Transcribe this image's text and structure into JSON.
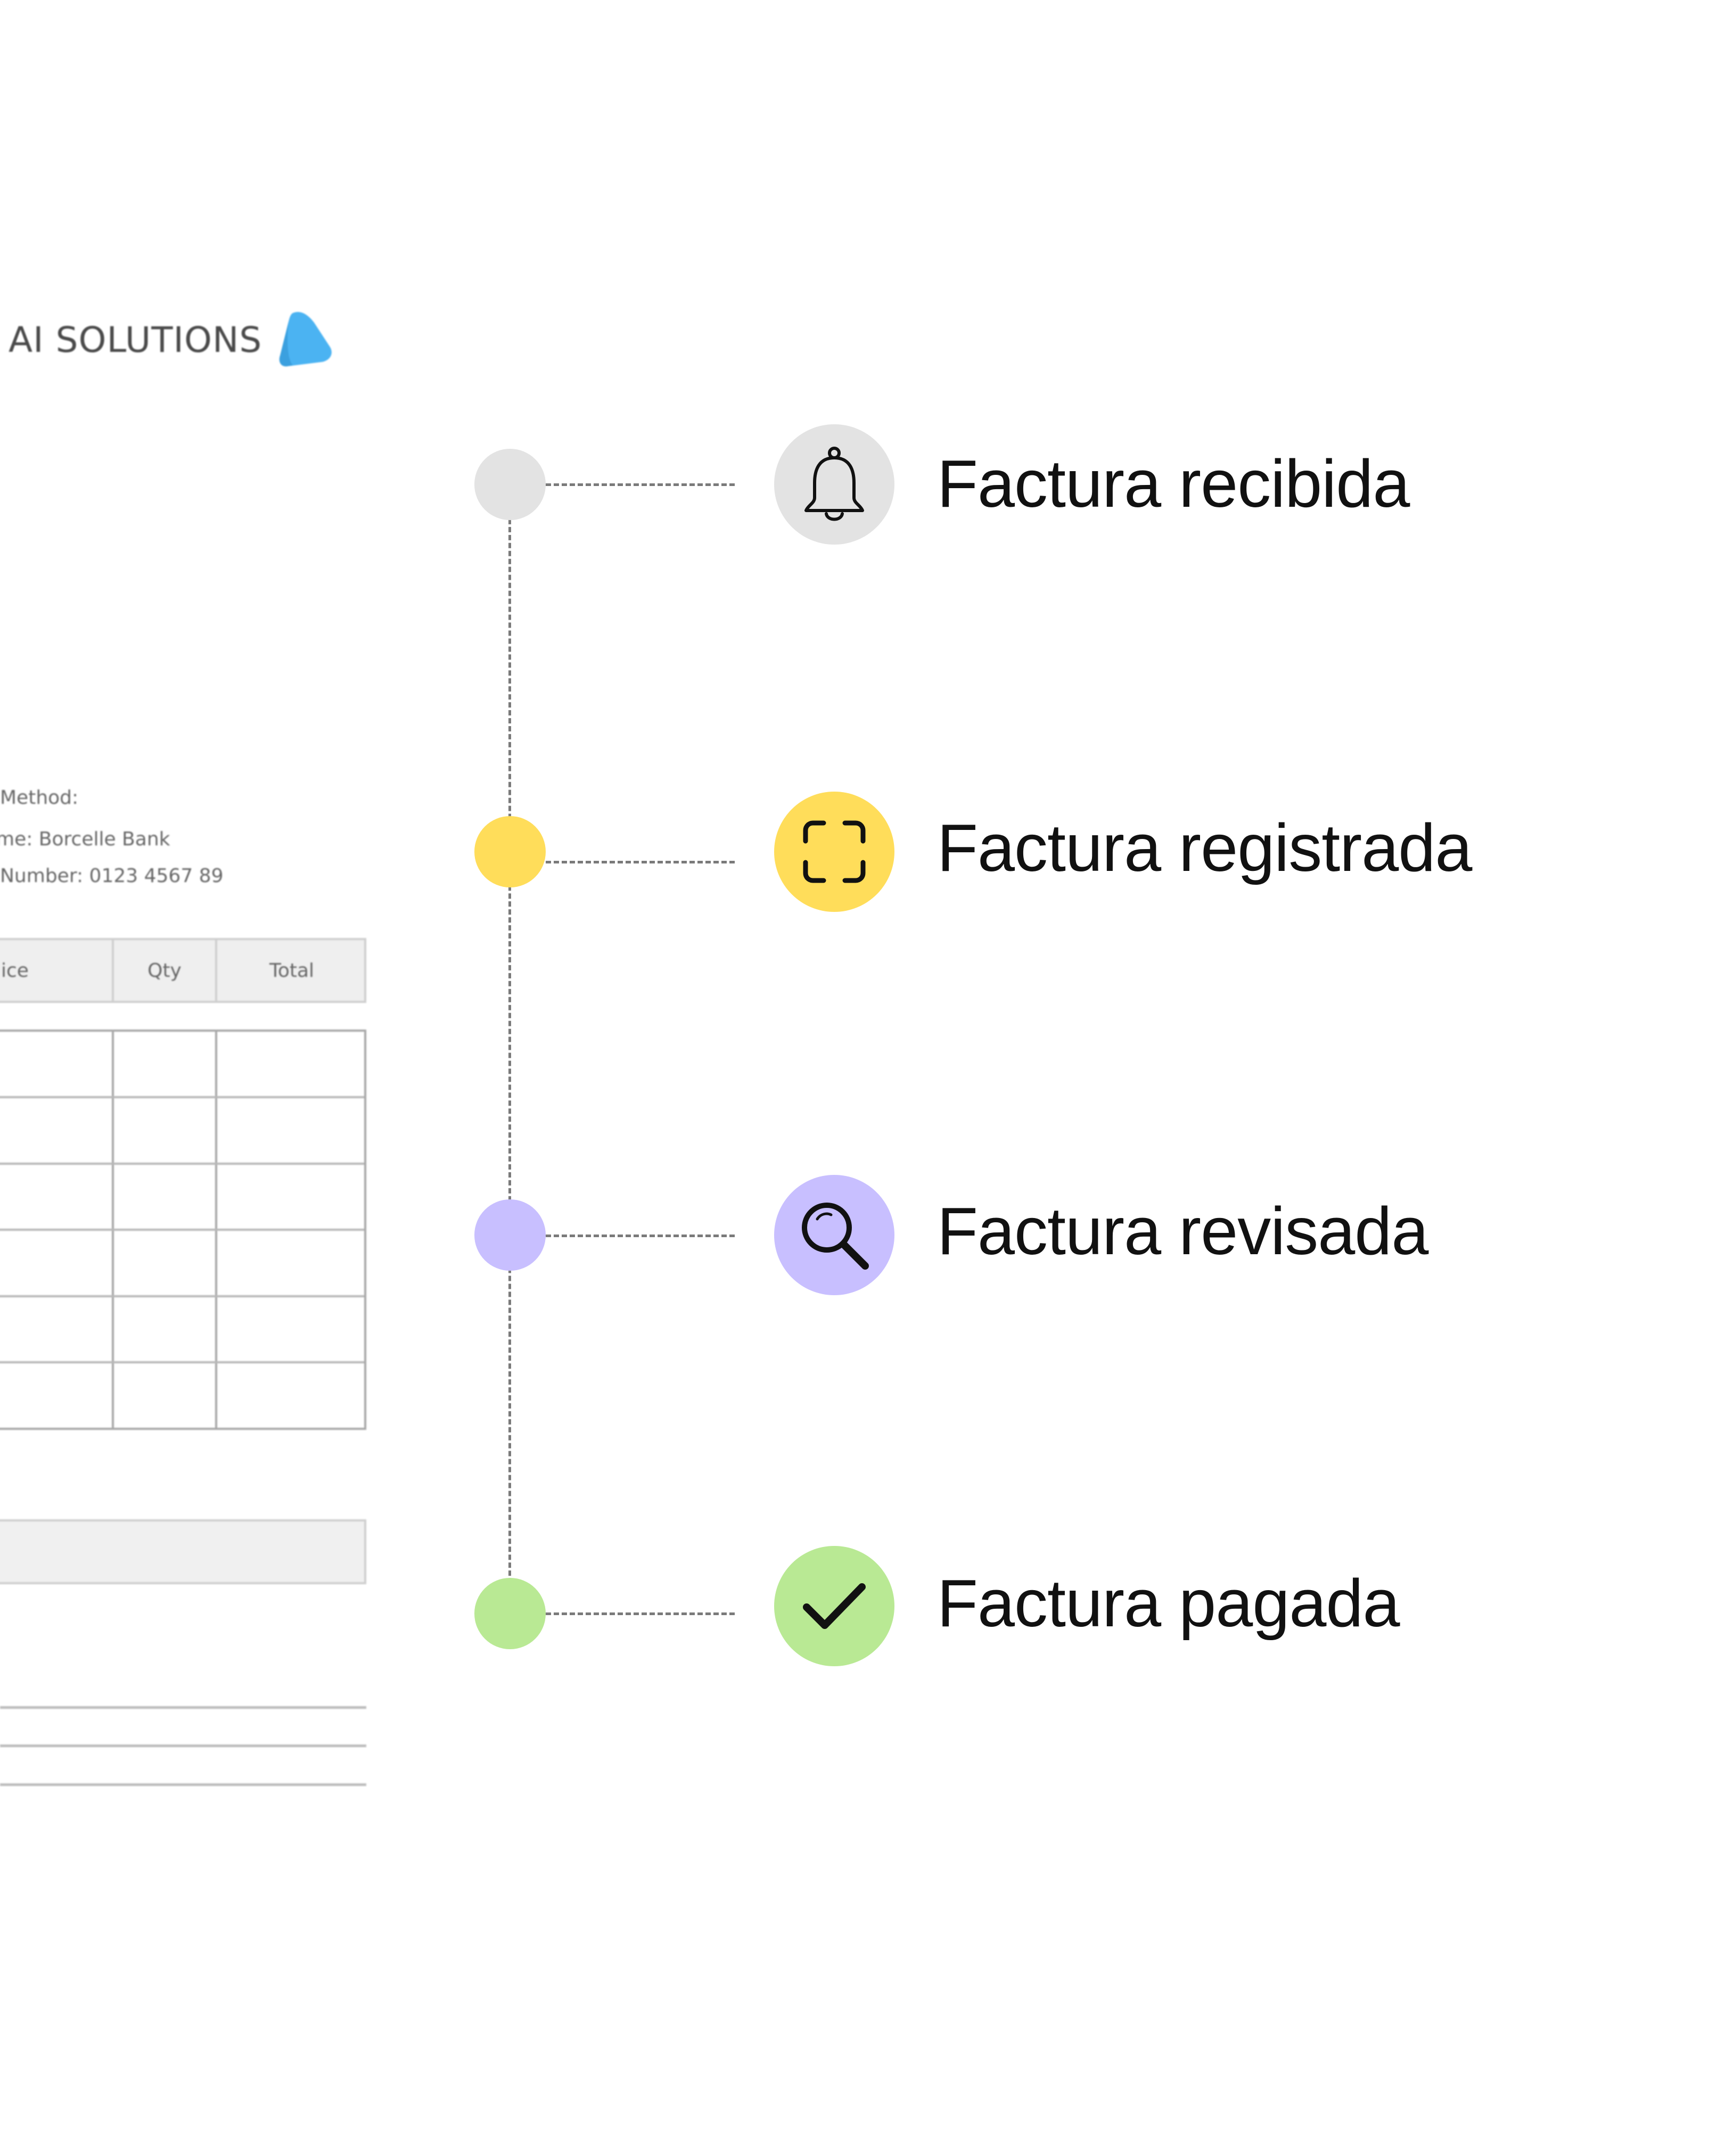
{
  "invoice": {
    "brand_name": "AI SOLUTIONS",
    "payment_lines": [
      "Method:",
      "me: Borcelle Bank",
      "Number: 0123 4567 89"
    ],
    "table_headers": {
      "price": "ice",
      "qty": "Qty",
      "total": "Total"
    }
  },
  "timeline": {
    "steps": [
      {
        "label": "Factura recibida",
        "icon": "bell-icon",
        "color": "#E3E3E3"
      },
      {
        "label": "Factura registrada",
        "icon": "scan-frame-icon",
        "color": "#FFDD5A"
      },
      {
        "label": "Factura revisada",
        "icon": "magnifier-icon",
        "color": "#C8BFFF"
      },
      {
        "label": "Factura pagada",
        "icon": "checkmark-icon",
        "color": "#B9E994"
      }
    ]
  },
  "colors": {
    "logo_blue": "#4BB3F2",
    "line": "#7A7A7A"
  }
}
